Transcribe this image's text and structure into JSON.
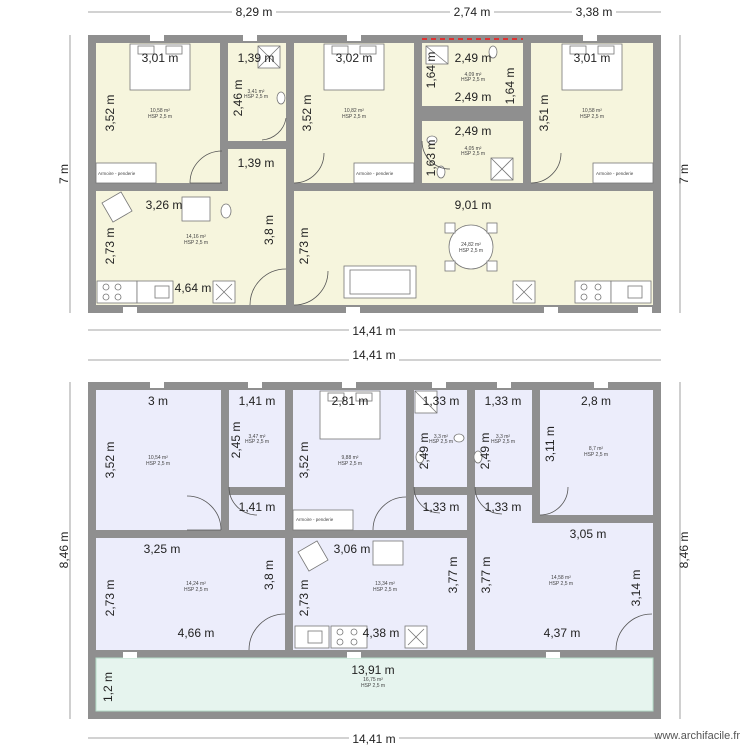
{
  "top_floor": {
    "overall_dims": {
      "top_left": "8,29 m",
      "top_mid": "2,74 m",
      "top_right": "3,38 m",
      "bottom": "14,41 m",
      "left": "7 m",
      "right": "7 m"
    },
    "rooms": [
      {
        "id": "bed1",
        "area": "10,58 m²",
        "hsp": "HSP 2,5 m",
        "w": "3,01 m",
        "h": "3,52 m",
        "furniture": "Armoire - penderie"
      },
      {
        "id": "bath1",
        "area": "3,41 m²",
        "hsp": "HSP 2,5 m",
        "w": "1,39 m",
        "h": "2,46 m",
        "w2": "1,39 m"
      },
      {
        "id": "bed2",
        "area": "10,82 m²",
        "hsp": "HSP 2,5 m",
        "w": "3,02 m",
        "h": "3,52 m",
        "furniture": "Armoire - penderie"
      },
      {
        "id": "wc1",
        "area": "4,09 m²",
        "hsp": "HSP 2,5 m",
        "w": "2,49 m",
        "h": "1,64 m",
        "h2": "1,64 m",
        "w2": "2,49 m"
      },
      {
        "id": "wc2",
        "area": "4,05 m²",
        "hsp": "HSP 2,5 m",
        "w": "2,49 m",
        "h": "1,63 m"
      },
      {
        "id": "bed3",
        "area": "10,58 m²",
        "hsp": "HSP 2,5 m",
        "w": "3,01 m",
        "h": "3,51 m",
        "furniture": "Armoire - penderie"
      },
      {
        "id": "living1",
        "area": "14,16 m²",
        "hsp": "HSP 2,5 m",
        "w": "3,26 m",
        "h": "2,73 m",
        "w2": "4,64 m",
        "h2": "3,8 m"
      },
      {
        "id": "living2",
        "area": "24,82 m²",
        "hsp": "HSP 2,5 m",
        "w": "9,01 m",
        "h": "2,73 m"
      }
    ]
  },
  "bottom_floor": {
    "overall_dims": {
      "top": "14,41 m",
      "bottom": "14,41 m",
      "left": "8,46 m",
      "right": "8,46 m"
    },
    "rooms": [
      {
        "id": "r1",
        "area": "10,54 m²",
        "hsp": "HSP 2,5 m",
        "w": "3 m",
        "h": "3,52 m"
      },
      {
        "id": "r2",
        "area": "3,47 m²",
        "hsp": "HSP 2,5 m",
        "w": "1,41 m",
        "h": "2,45 m",
        "w2": "1,41 m"
      },
      {
        "id": "r3",
        "area": "9,88 m²",
        "hsp": "HSP 2,5 m",
        "w": "2,81 m",
        "h": "3,52 m",
        "furniture": "Armoire - penderie"
      },
      {
        "id": "r4",
        "area": "3,3 m²",
        "hsp": "HSP 2,5 m",
        "w": "1,33 m",
        "h": "2,49 m",
        "w2": "1,33 m"
      },
      {
        "id": "r5",
        "area": "3,3 m²",
        "hsp": "HSP 2,5 m",
        "w": "1,33 m",
        "h": "2,49 m",
        "w2": "1,33 m"
      },
      {
        "id": "r6",
        "area": "8,7 m²",
        "hsp": "HSP 2,5 m",
        "w": "2,8 m",
        "h": "3,11 m",
        "w2": "3,05 m"
      },
      {
        "id": "r7",
        "area": "14,24 m²",
        "hsp": "HSP 2,5 m",
        "w": "3,25 m",
        "h": "2,73 m",
        "w2": "4,66 m",
        "h2": "3,8 m"
      },
      {
        "id": "r8",
        "area": "13,34 m²",
        "hsp": "HSP 2,5 m",
        "w": "3,06 m",
        "h": "2,73 m",
        "w2": "4,38 m",
        "h2": "3,77 m"
      },
      {
        "id": "r9",
        "area": "14,58 m²",
        "hsp": "HSP 2,5 m",
        "h": "3,77 m",
        "w2": "4,37 m",
        "h2": "3,14 m"
      },
      {
        "id": "r10",
        "area": "16,75 m²",
        "hsp": "HSP 2,5 m",
        "w": "13,91 m",
        "h": "1,2 m"
      }
    ]
  },
  "colors": {
    "wall": "#8f8f8f",
    "room_top": "#f6f5dd",
    "room_bottom": "#ecedfb",
    "terrace": "#e6f4ee"
  },
  "watermark": "www.archifacile.fr"
}
